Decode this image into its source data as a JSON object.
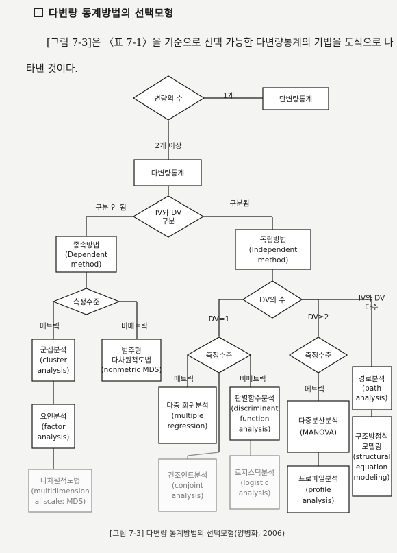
{
  "header": {
    "title": "다변량 통계방법의 선택모형",
    "intro": "[그림 7-3]은 〈표 7-1〉을 기준으로 선택 가능한 다변량통계의 기법을 도식으로 나타낸 것이다."
  },
  "diagram": {
    "decision_num_vars": "변량의 수",
    "label_one": "1개",
    "univariate": "단변량통계",
    "label_two_plus": "2개 이상",
    "multivariate": "다변량통계",
    "decision_ivdv": [
      "IV와 DV",
      "구분"
    ],
    "label_not_separated": "구분 안 됨",
    "label_separated": "구분됨",
    "dependent": [
      "종속방법",
      "(Dependent",
      "method)"
    ],
    "independent": [
      "독립방법",
      "(Independent",
      "method)"
    ],
    "decision_measure_left": "측정수준",
    "label_metric_left": "메트릭",
    "label_nonmetric_left": "비메트릭",
    "cluster": [
      "군집분석",
      "(cluster",
      "analysis)"
    ],
    "mds_nonmetric": [
      "범주형",
      "다차원척도법",
      "(nonmetric MDS)"
    ],
    "factor": [
      "요인분석",
      "(factor",
      "analysis)"
    ],
    "mds_metric": [
      "다차원척도법",
      "(multidimension",
      "al scale: MDS)"
    ],
    "decision_dv_count": "DV의 수",
    "label_dv1": "DV=1",
    "label_dv2": "DV≥2",
    "label_ivdv_many": [
      "IV와 DV",
      "다수"
    ],
    "decision_measure_dv1": "측정수준",
    "decision_measure_dv2": "측정수준",
    "label_metric_dv1": "메트릭",
    "label_nonmetric_dv1": "비메트릭",
    "label_metric_dv2": "메트릭",
    "regression": [
      "다중 회귀분석",
      "(multiple",
      "regression)"
    ],
    "discriminant": [
      "판별함수분석",
      "(discriminant",
      "function",
      "analysis)"
    ],
    "manova": [
      "다중분산분석",
      "(MANOVA)"
    ],
    "path": [
      "경로분석",
      "(path",
      "analysis)"
    ],
    "conjoint": [
      "컨조인트분석",
      "(conjoint",
      "analysis)"
    ],
    "logistic": [
      "로지스틱분석",
      "(logistic",
      "analysis)"
    ],
    "profile": [
      "프로파일분석",
      "(profile",
      "analysis)"
    ],
    "sem": [
      "구조방정식",
      "모델링",
      "(structural",
      "equation",
      "modeling)"
    ]
  },
  "caption": "[그림 7-3] 다변량 통계방법의 선택모형(양병화, 2006)"
}
